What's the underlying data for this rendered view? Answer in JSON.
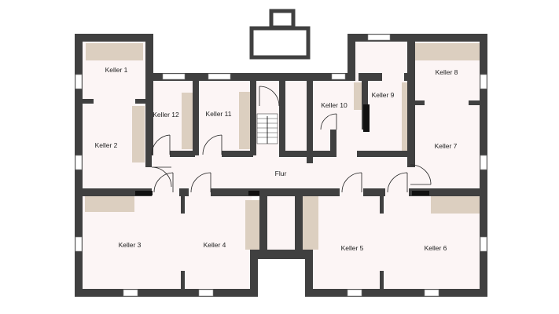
{
  "rooms": {
    "keller1": "Keller 1",
    "keller2": "Keller 2",
    "keller3": "Keller 3",
    "keller4": "Keller 4",
    "keller5": "Keller 5",
    "keller6": "Keller 6",
    "keller7": "Keller 7",
    "keller8": "Keller 8",
    "keller9": "Keller 9",
    "keller10": "Keller 10",
    "keller11": "Keller 11",
    "keller12": "Keller 12",
    "flur": "Flur"
  },
  "colors": {
    "wall": "#404040",
    "floor": "#fcf5f5",
    "furniture": "#dccfc0"
  }
}
